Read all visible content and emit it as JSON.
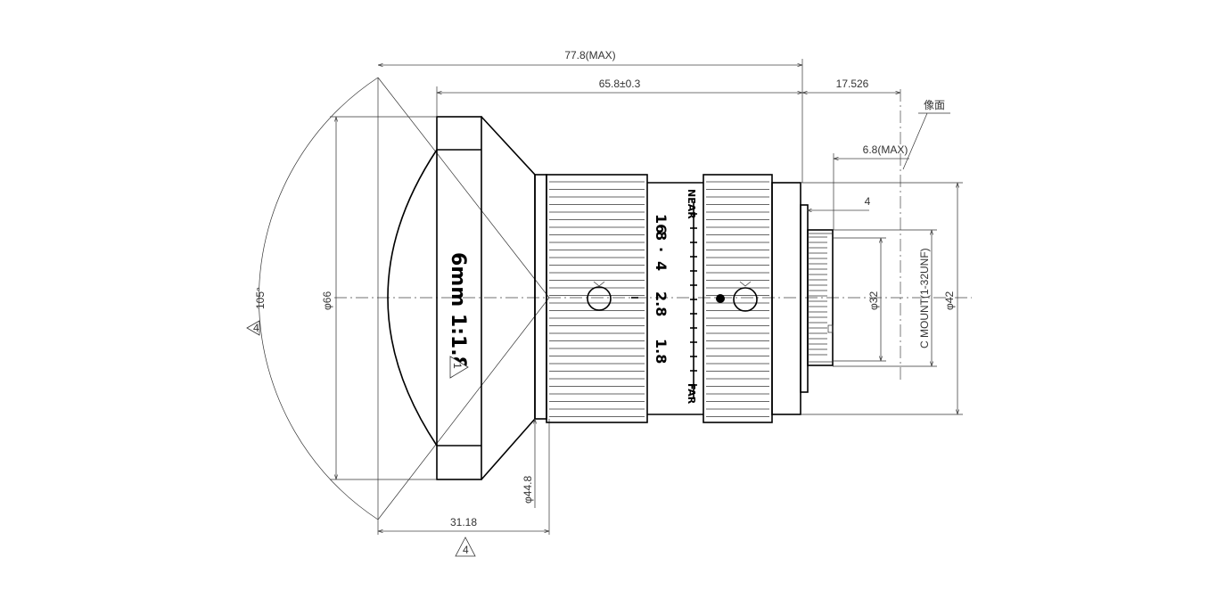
{
  "dimensions": {
    "overall_length": "77.8(MAX)",
    "body_length": "65.8±0.3",
    "flange_distance": "17.526",
    "image_plane_label": "像面",
    "rear_protrusion": "6.8(MAX)",
    "thread_length": "4",
    "front_diameter": "φ66",
    "field_angle": "105°",
    "barrel_diameter": "φ44.8",
    "front_length": "31.18",
    "mount_inner_diameter": "φ32",
    "mount_thread": "C MOUNT(1-32UNF)",
    "rear_diameter": "φ42"
  },
  "lens_marking": {
    "model": "6mm 1:1.8",
    "note_number": "1"
  },
  "aperture_scale": [
    "16",
    "8",
    "4",
    "2.8",
    "1.8"
  ],
  "focus_scale": {
    "near": "NEAR",
    "far": "FAR"
  },
  "note_markers": [
    "4",
    "4"
  ]
}
